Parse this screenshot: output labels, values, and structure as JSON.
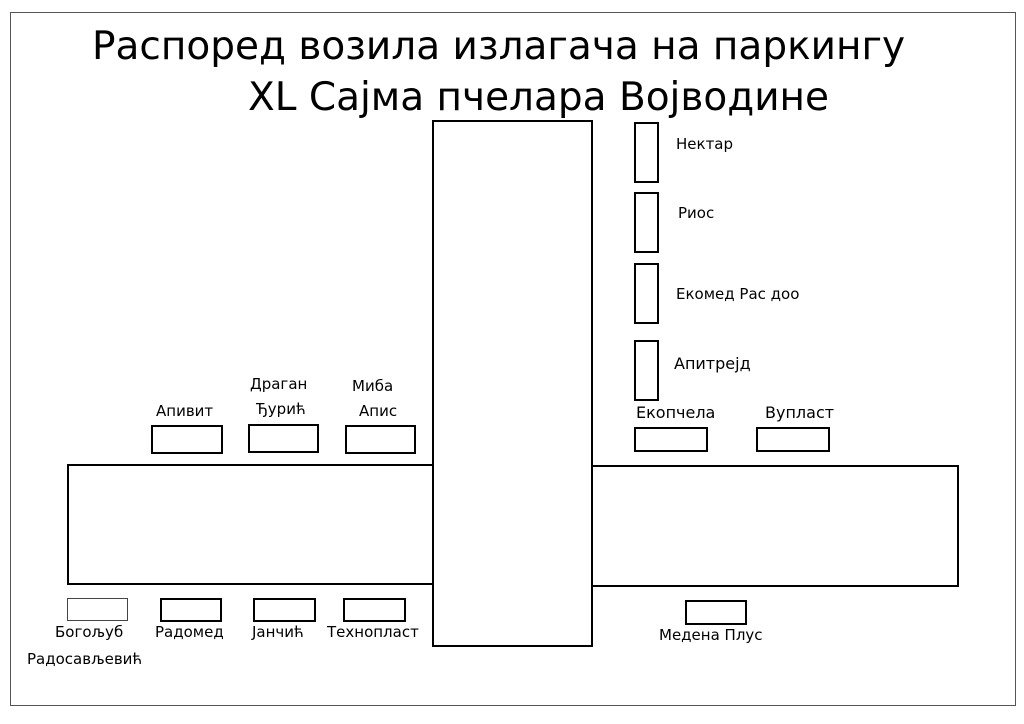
{
  "title": {
    "line1": "Распоред возила излагача на паркингу",
    "line2": "XL Сајма пчелара Војводине"
  },
  "exhibitors": {
    "nektar": "Нектар",
    "rios": "Риос",
    "ekomed": "Екомед Рас доо",
    "apitrejd": "Апитрејд",
    "ekopcela": "Екопчела",
    "vuplast": "Вупласт",
    "apivit": "Апивит",
    "dragan_line1": "Драган",
    "dragan_line2": "Ђурић",
    "miba_line1": "Миба",
    "miba_line2": "Апис",
    "bogoljub_line1": "Богољуб",
    "bogoljub_line2": "Радосављевић",
    "radomed": "Радомед",
    "jancic": "Јанчић",
    "tehnoplast": "Технопласт",
    "medena_plus": "Медена Плус"
  }
}
